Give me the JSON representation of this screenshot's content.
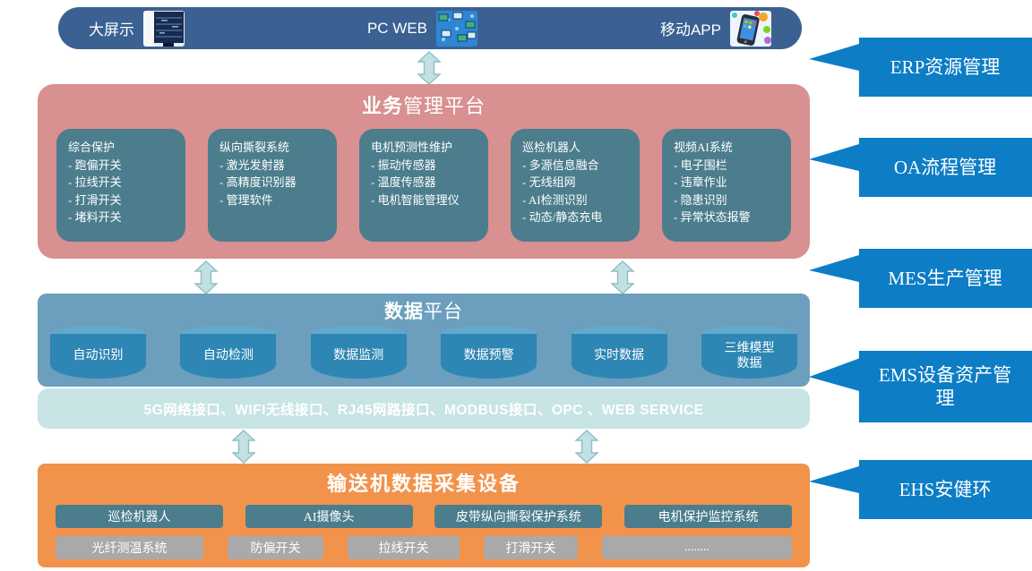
{
  "colors": {
    "top_bar_bg": "#3A6191",
    "callout_bg": "#0D7DC5",
    "business_bg": "#D89090",
    "module_bg": "#4B7D8D",
    "data_bg": "#6B9FBD",
    "cylinder_body": "#2E86B4",
    "cylinder_top": "#63A9CC",
    "interface_bg": "#C8E4E5",
    "device_bg": "#F2934B",
    "device_box_teal": "#4B7D8D",
    "device_box_gray": "#A9A9A9",
    "arrow_fill": "#C3E0E3",
    "arrow_stroke": "#8FBEC5",
    "text": "#FFFFFF"
  },
  "top_bar": {
    "items": [
      {
        "label": "大屏示",
        "icon": "screen-wall-image"
      },
      {
        "label": "PC WEB",
        "icon": "pc-web-image"
      },
      {
        "label": "移动APP",
        "icon": "mobile-app-image"
      }
    ]
  },
  "callouts": [
    {
      "label": "ERP资源管理"
    },
    {
      "label": "OA流程管理"
    },
    {
      "label": "MES生产管理"
    },
    {
      "label": "EMS设备资产管理"
    },
    {
      "label": "EHS安健环"
    }
  ],
  "business_platform": {
    "title_bold": "业务",
    "title_rest": "管理平台",
    "modules": [
      {
        "title": "综合保护",
        "items": [
          "- 跑偏开关",
          "- 拉线开关",
          "- 打滑开关",
          "- 堵料开关"
        ]
      },
      {
        "title": "纵向撕裂系统",
        "items": [
          "- 激光发射器",
          "- 高精度识别器",
          "- 管理软件"
        ]
      },
      {
        "title": "电机预测性维护",
        "items": [
          "- 振动传感器",
          "- 温度传感器",
          "- 电机智能管理仪"
        ]
      },
      {
        "title": "巡检机器人",
        "items": [
          "- 多源信息融合",
          "- 无线组网",
          "- AI检测识别",
          "- 动态/静态充电"
        ]
      },
      {
        "title": "视频AI系统",
        "items": [
          "- 电子围栏",
          "- 违章作业",
          "- 隐患识别",
          "- 异常状态报警"
        ]
      }
    ]
  },
  "data_platform": {
    "title_bold": "数据",
    "title_rest": "平台",
    "databases": [
      "自动识别",
      "自动检测",
      "数据监测",
      "数据预警",
      "实时数据",
      "三维模型数据"
    ]
  },
  "interface_bar": {
    "text": "5G网络接口、WIFI无线接口、RJ45网路接口、MODBUS接口、OPC 、WEB SERVICE"
  },
  "device_layer": {
    "title": "输送机数据采集设备",
    "row1": [
      "巡检机器人",
      "AI摄像头",
      "皮带纵向撕裂保护系统",
      "电机保护监控系统"
    ],
    "row2": [
      "光纤测温系统",
      "防偏开关",
      "拉线开关",
      "打滑开关",
      "........"
    ]
  }
}
